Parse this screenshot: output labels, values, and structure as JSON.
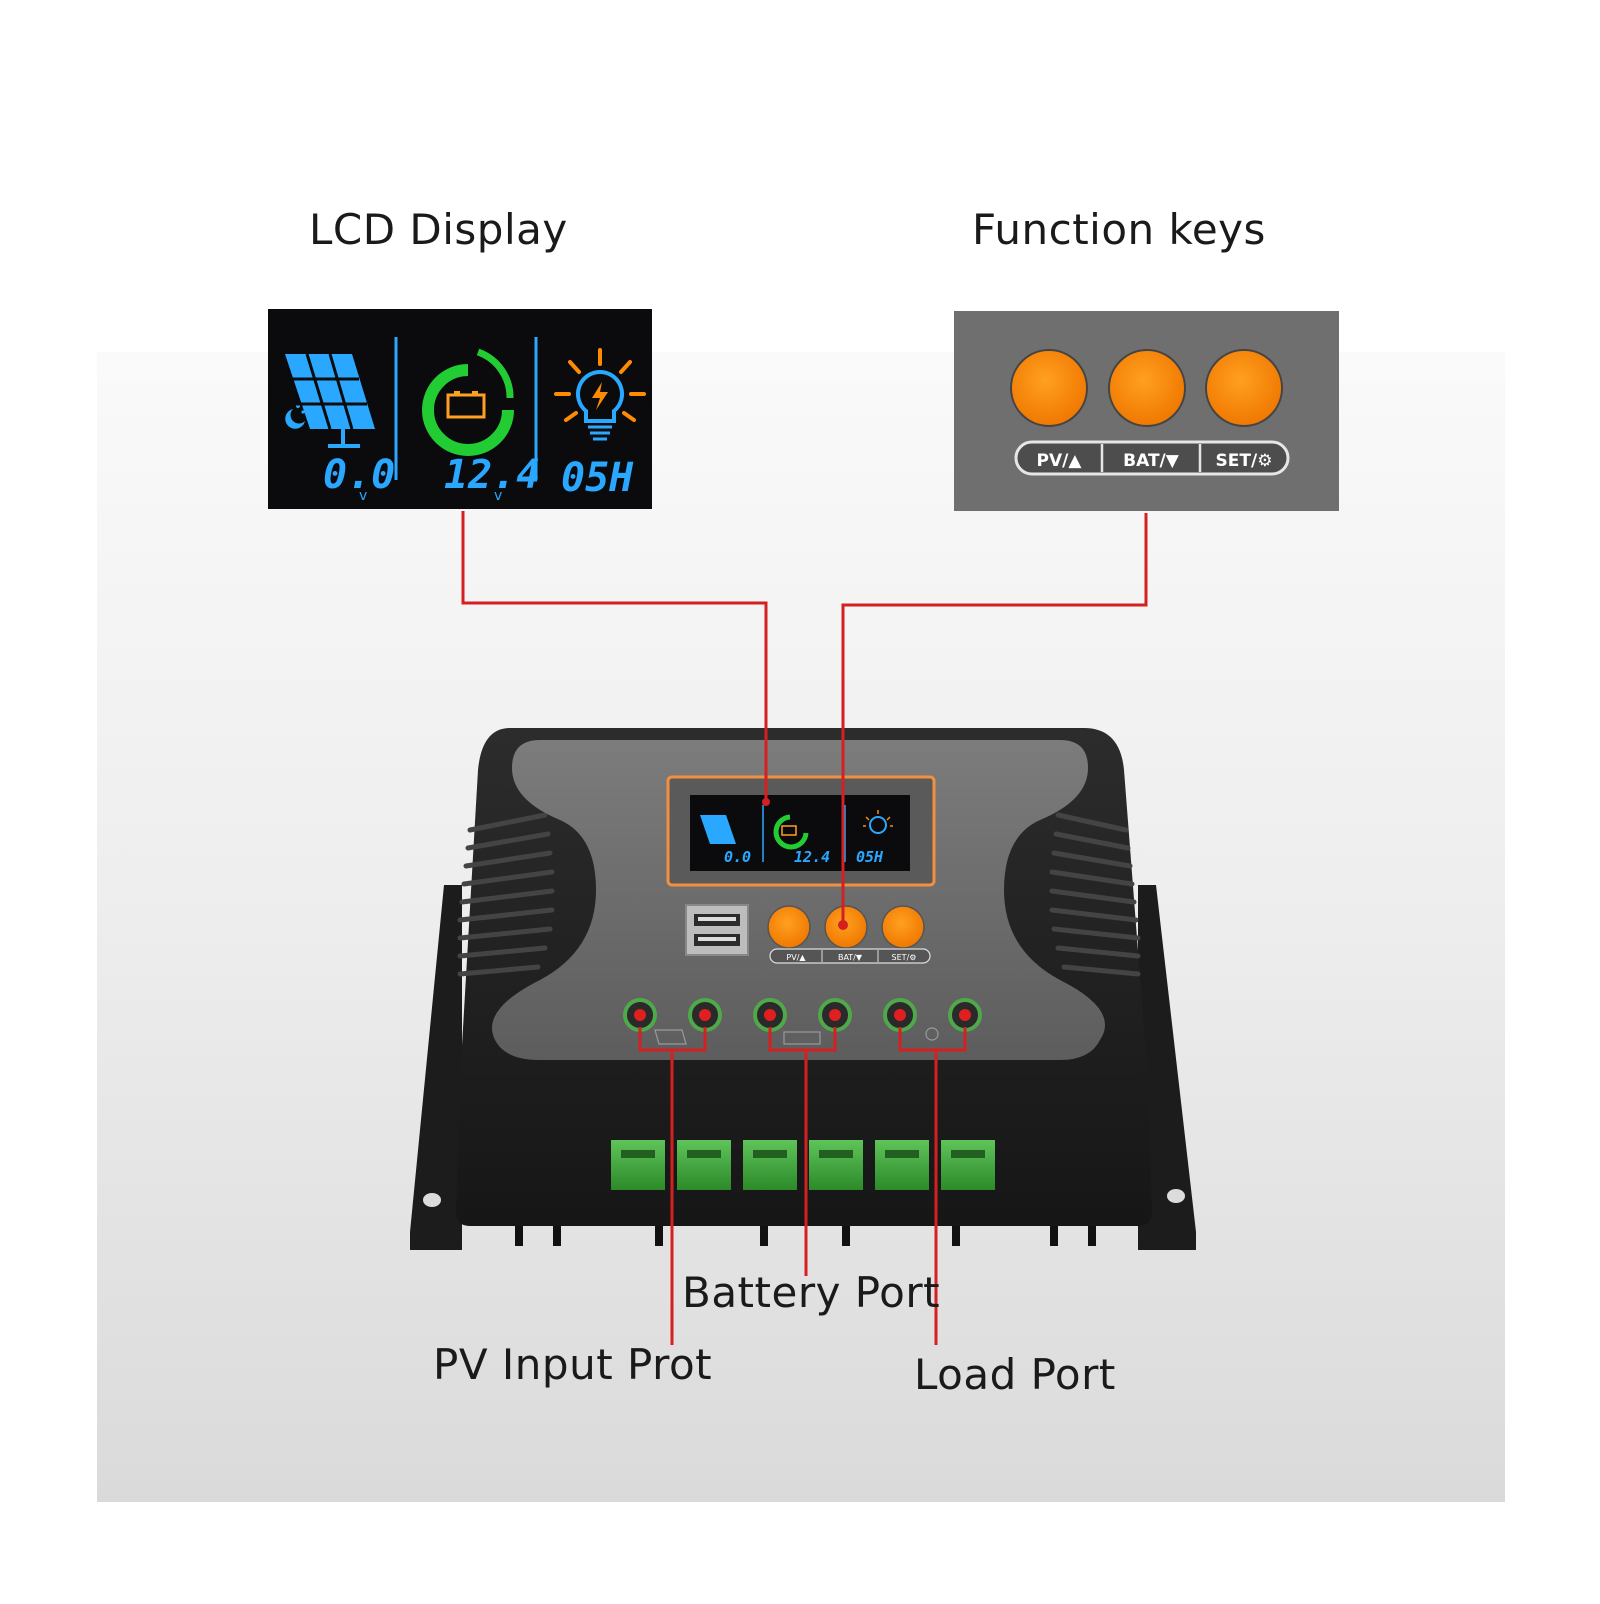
{
  "callouts": {
    "lcd_display": "LCD Display",
    "function_keys": "Function keys",
    "battery_port": "Battery Port",
    "pv_input_port": "PV Input Prot",
    "load_port": "Load Port"
  },
  "lcd": {
    "pv_voltage": "0.0",
    "pv_unit": "v",
    "battery_voltage": "12.4",
    "battery_unit": "v",
    "load_timer": "05H"
  },
  "keys": {
    "pv_label": "PV/▲",
    "bat_label": "BAT/▼",
    "set_label": "SET/⚙"
  },
  "colors": {
    "key_orange": "#ff8c00",
    "callout_line": "#d42020",
    "lcd_blue": "#2aa8ff",
    "lcd_green": "#22cc33",
    "terminal_green": "#3fae3a",
    "housing_black": "#222222",
    "faceplate_gray": "#6e6e6e"
  },
  "icons": [
    "solar-panel-icon",
    "moon-icon",
    "battery-icon",
    "light-bulb-icon",
    "usb-port-icon"
  ]
}
